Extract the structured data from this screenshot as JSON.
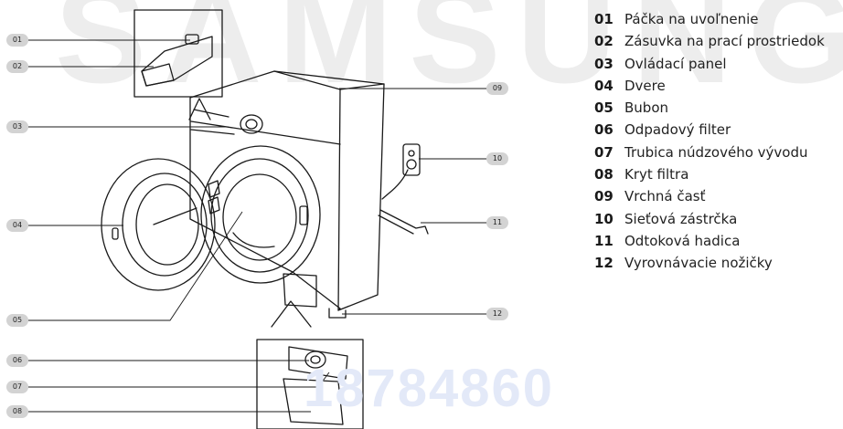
{
  "watermarks": {
    "top": "SAMSUNG",
    "bottom": "18784860"
  },
  "parts": [
    {
      "num": "01",
      "label": "Páčka na uvoľnenie"
    },
    {
      "num": "02",
      "label": "Zásuvka na prací prostriedok"
    },
    {
      "num": "03",
      "label": "Ovládací panel"
    },
    {
      "num": "04",
      "label": "Dvere"
    },
    {
      "num": "05",
      "label": "Bubon"
    },
    {
      "num": "06",
      "label": "Odpadový filter"
    },
    {
      "num": "07",
      "label": "Trubica núdzového vývodu"
    },
    {
      "num": "08",
      "label": "Kryt filtra"
    },
    {
      "num": "09",
      "label": "Vrchná časť"
    },
    {
      "num": "10",
      "label": "Sieťová zástrčka"
    },
    {
      "num": "11",
      "label": "Odtoková hadica"
    },
    {
      "num": "12",
      "label": "Vyrovnávacie nožičky"
    }
  ]
}
